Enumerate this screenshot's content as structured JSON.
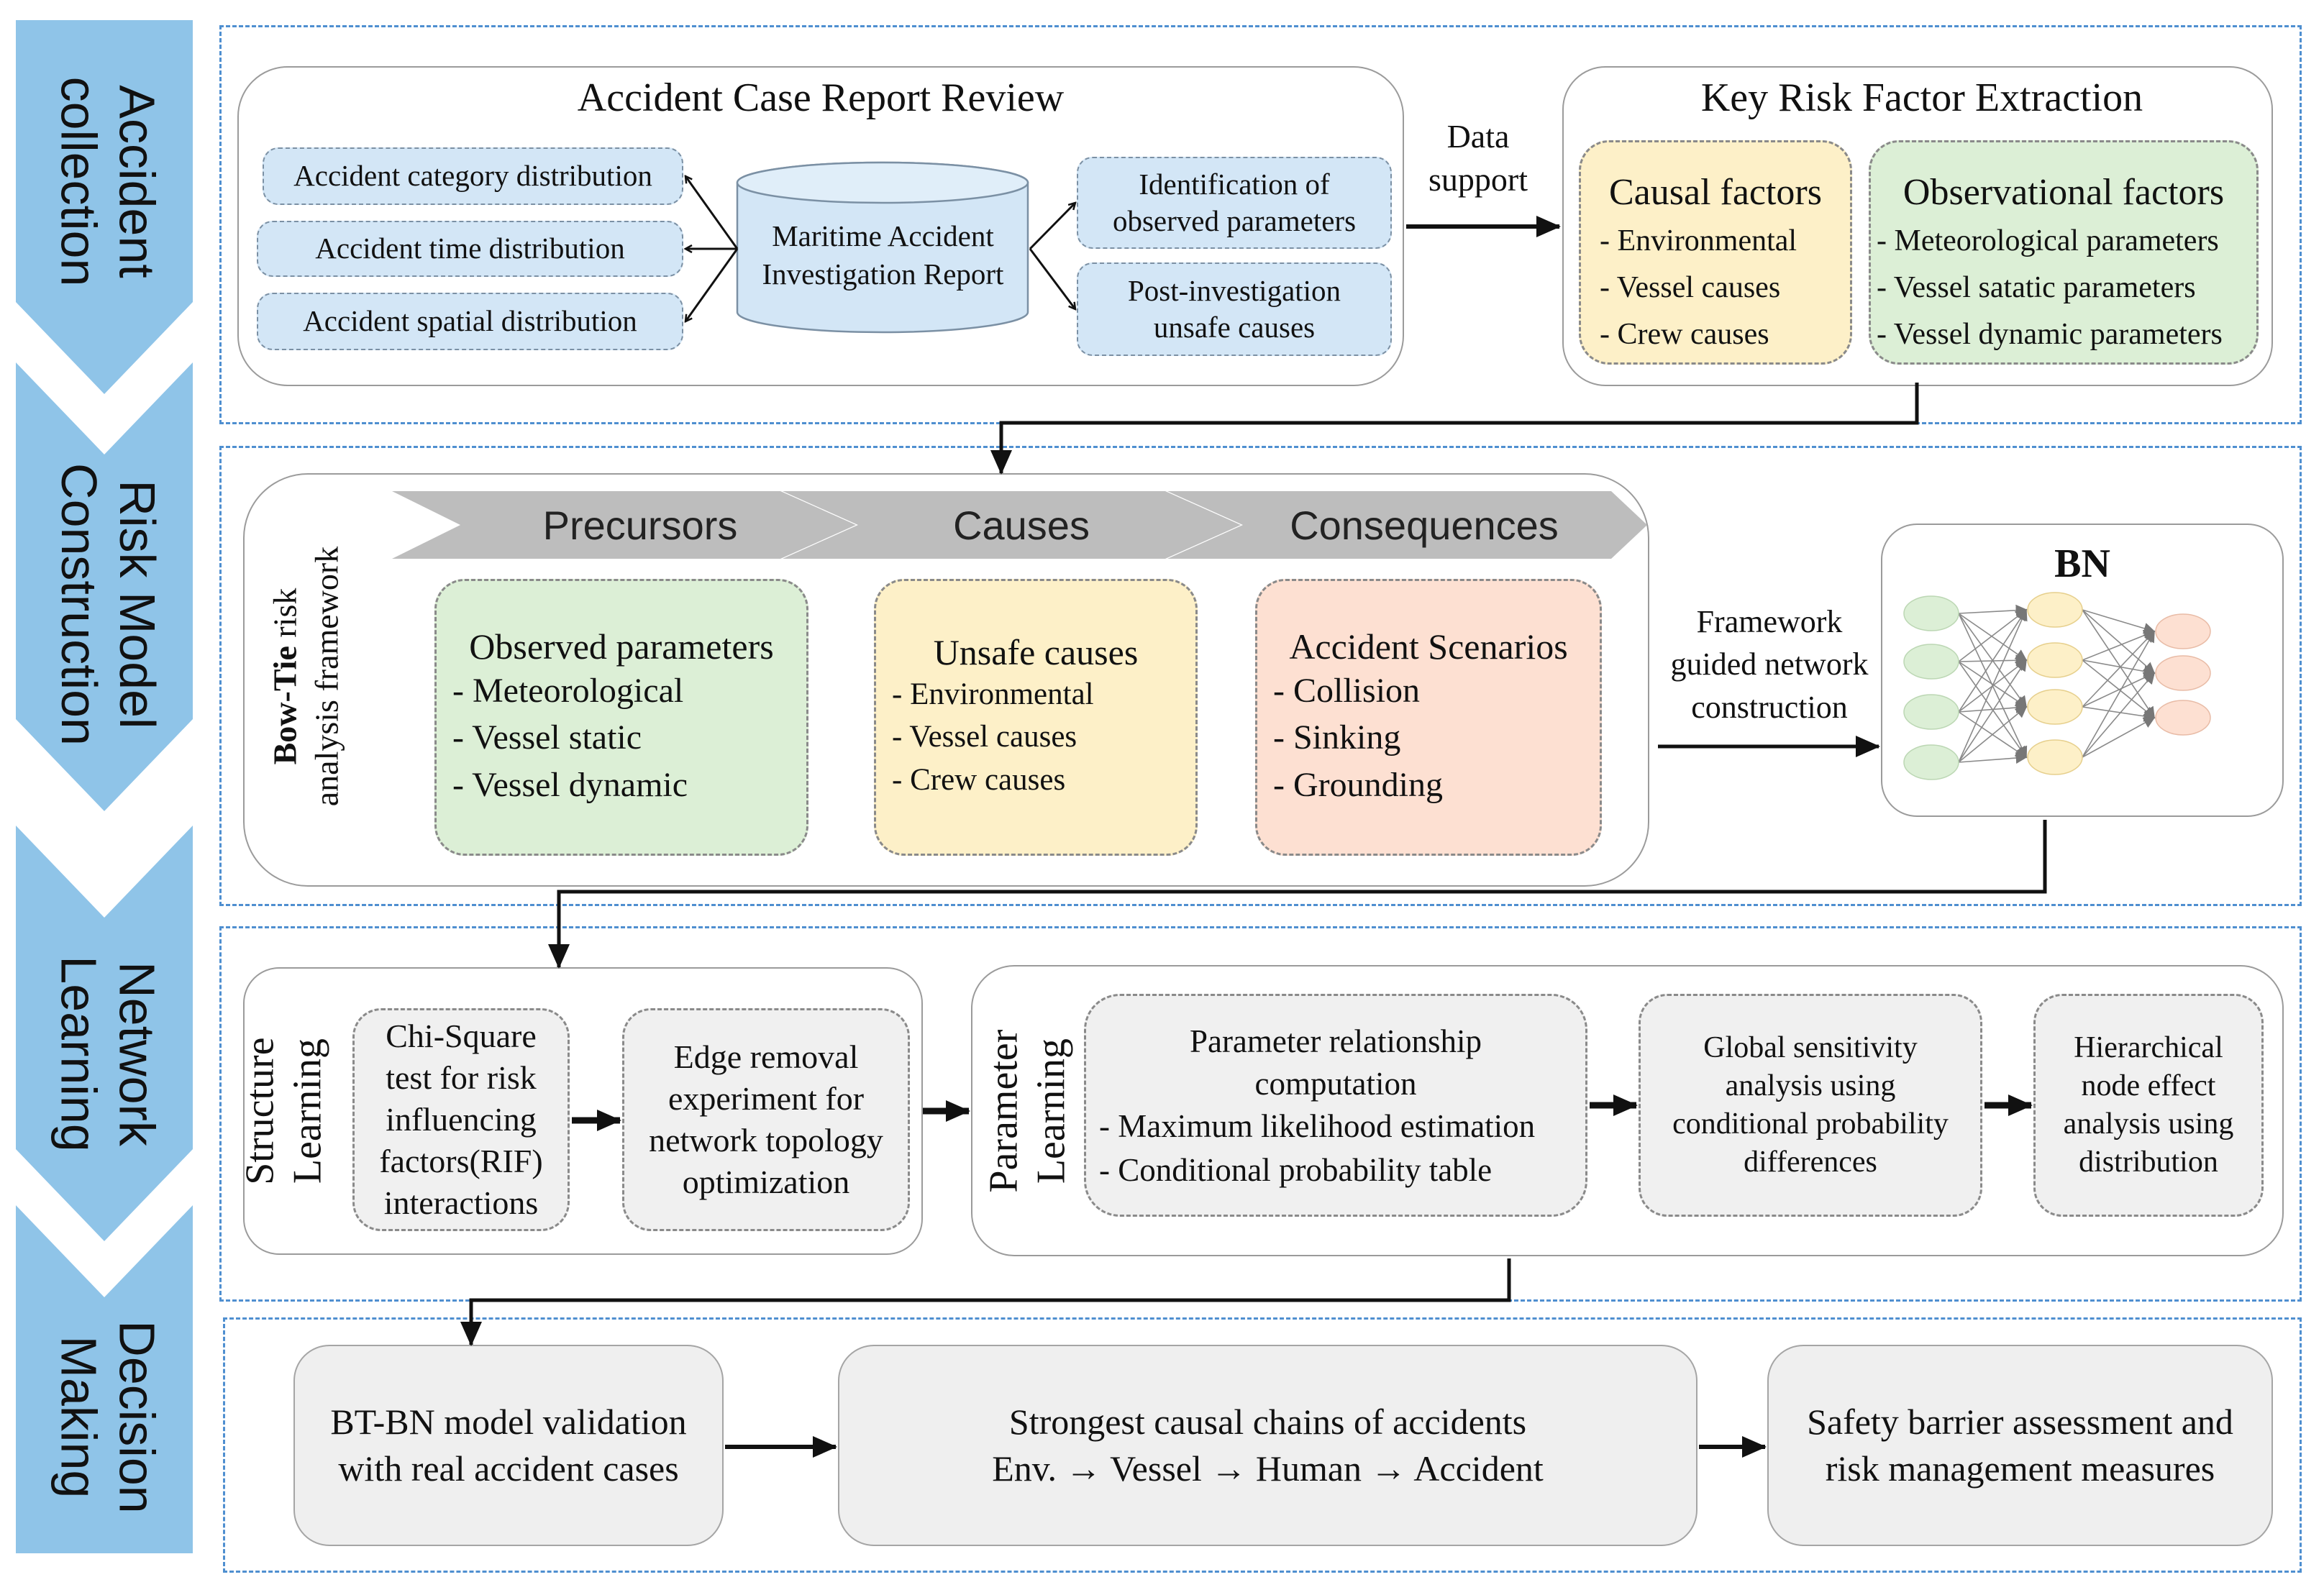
{
  "stages": [
    "Accident\ncollection",
    "Risk Model\nConstruction",
    "Network\nLearning",
    "Decision\nMaking"
  ],
  "colors": {
    "stage": "#8fc4e8",
    "section_border": "#4f8fd0",
    "report_box": "#d3e6f6",
    "causal": "#fdf0c8",
    "observational": "#dcefd6",
    "scenarios": "#fde0d2",
    "chevron": "#bdbdbd",
    "process_box": "#efefef"
  },
  "collection": {
    "review_title": "Accident Case Report Review",
    "distributions": [
      "Accident category distribution",
      "Accident time distribution",
      "Accident spatial distribution"
    ],
    "database_label": "Maritime Accident\nInvestigation Report",
    "outputs": [
      "Identification of\nobserved parameters",
      "Post-investigation\nunsafe causes"
    ],
    "arrow_label": "Data\nsupport",
    "extraction_title": "Key Risk Factor Extraction",
    "causal_title": "Causal factors",
    "causal_items": [
      "-  Environmental",
      "-  Vessel causes",
      "-  Crew causes"
    ],
    "observational_title": "Observational factors",
    "observational_items": [
      "-  Meteorological parameters",
      "-  Vessel satatic parameters",
      "-  Vessel dynamic parameters"
    ]
  },
  "construction": {
    "bowtie_bold": "Bow-Tie",
    "bowtie_rest": " risk",
    "bowtie_line2": "analysis framework",
    "chevrons": [
      "Precursors",
      "Causes",
      "Consequences"
    ],
    "observed_title": "Observed parameters",
    "observed_items": [
      "-     Meteorological",
      "-     Vessel static",
      "-     Vessel dynamic"
    ],
    "unsafe_title": "Unsafe causes",
    "unsafe_items": [
      "-   Environmental",
      "-   Vessel causes",
      "-   Crew causes"
    ],
    "scenarios_title": "Accident Scenarios",
    "scenarios_items": [
      "-     Collision",
      "-     Sinking",
      "-     Grounding"
    ],
    "arrow_label": "Framework\nguided network\nconstruction",
    "bn_title": "BN"
  },
  "learning": {
    "structure_label": "Structure\nLearning",
    "chi_square": "Chi-Square\ntest for risk\ninfluencing\nfactors(RIF)\ninteractions",
    "edge_removal": "Edge removal\nexperiment for\nnetwork topology\noptimization",
    "parameter_label": "Parameter\nLearning",
    "relationship_title": "Parameter relationship\ncomputation",
    "relationship_items": [
      "- Maximum likelihood estimation",
      "- Conditional probability table"
    ],
    "global_sensitivity": "Global sensitivity\nanalysis using\nconditional probability\ndifferences",
    "hierarchical": "Hierarchical\nnode effect\nanalysis using\ndistribution"
  },
  "decision": {
    "validation": "BT-BN model validation\nwith real accident cases",
    "chains_title": "Strongest causal chains of accidents",
    "chains_formula": "Env. → Vessel → Human → Accident",
    "barrier": "Safety barrier assessment and\nrisk management measures"
  }
}
